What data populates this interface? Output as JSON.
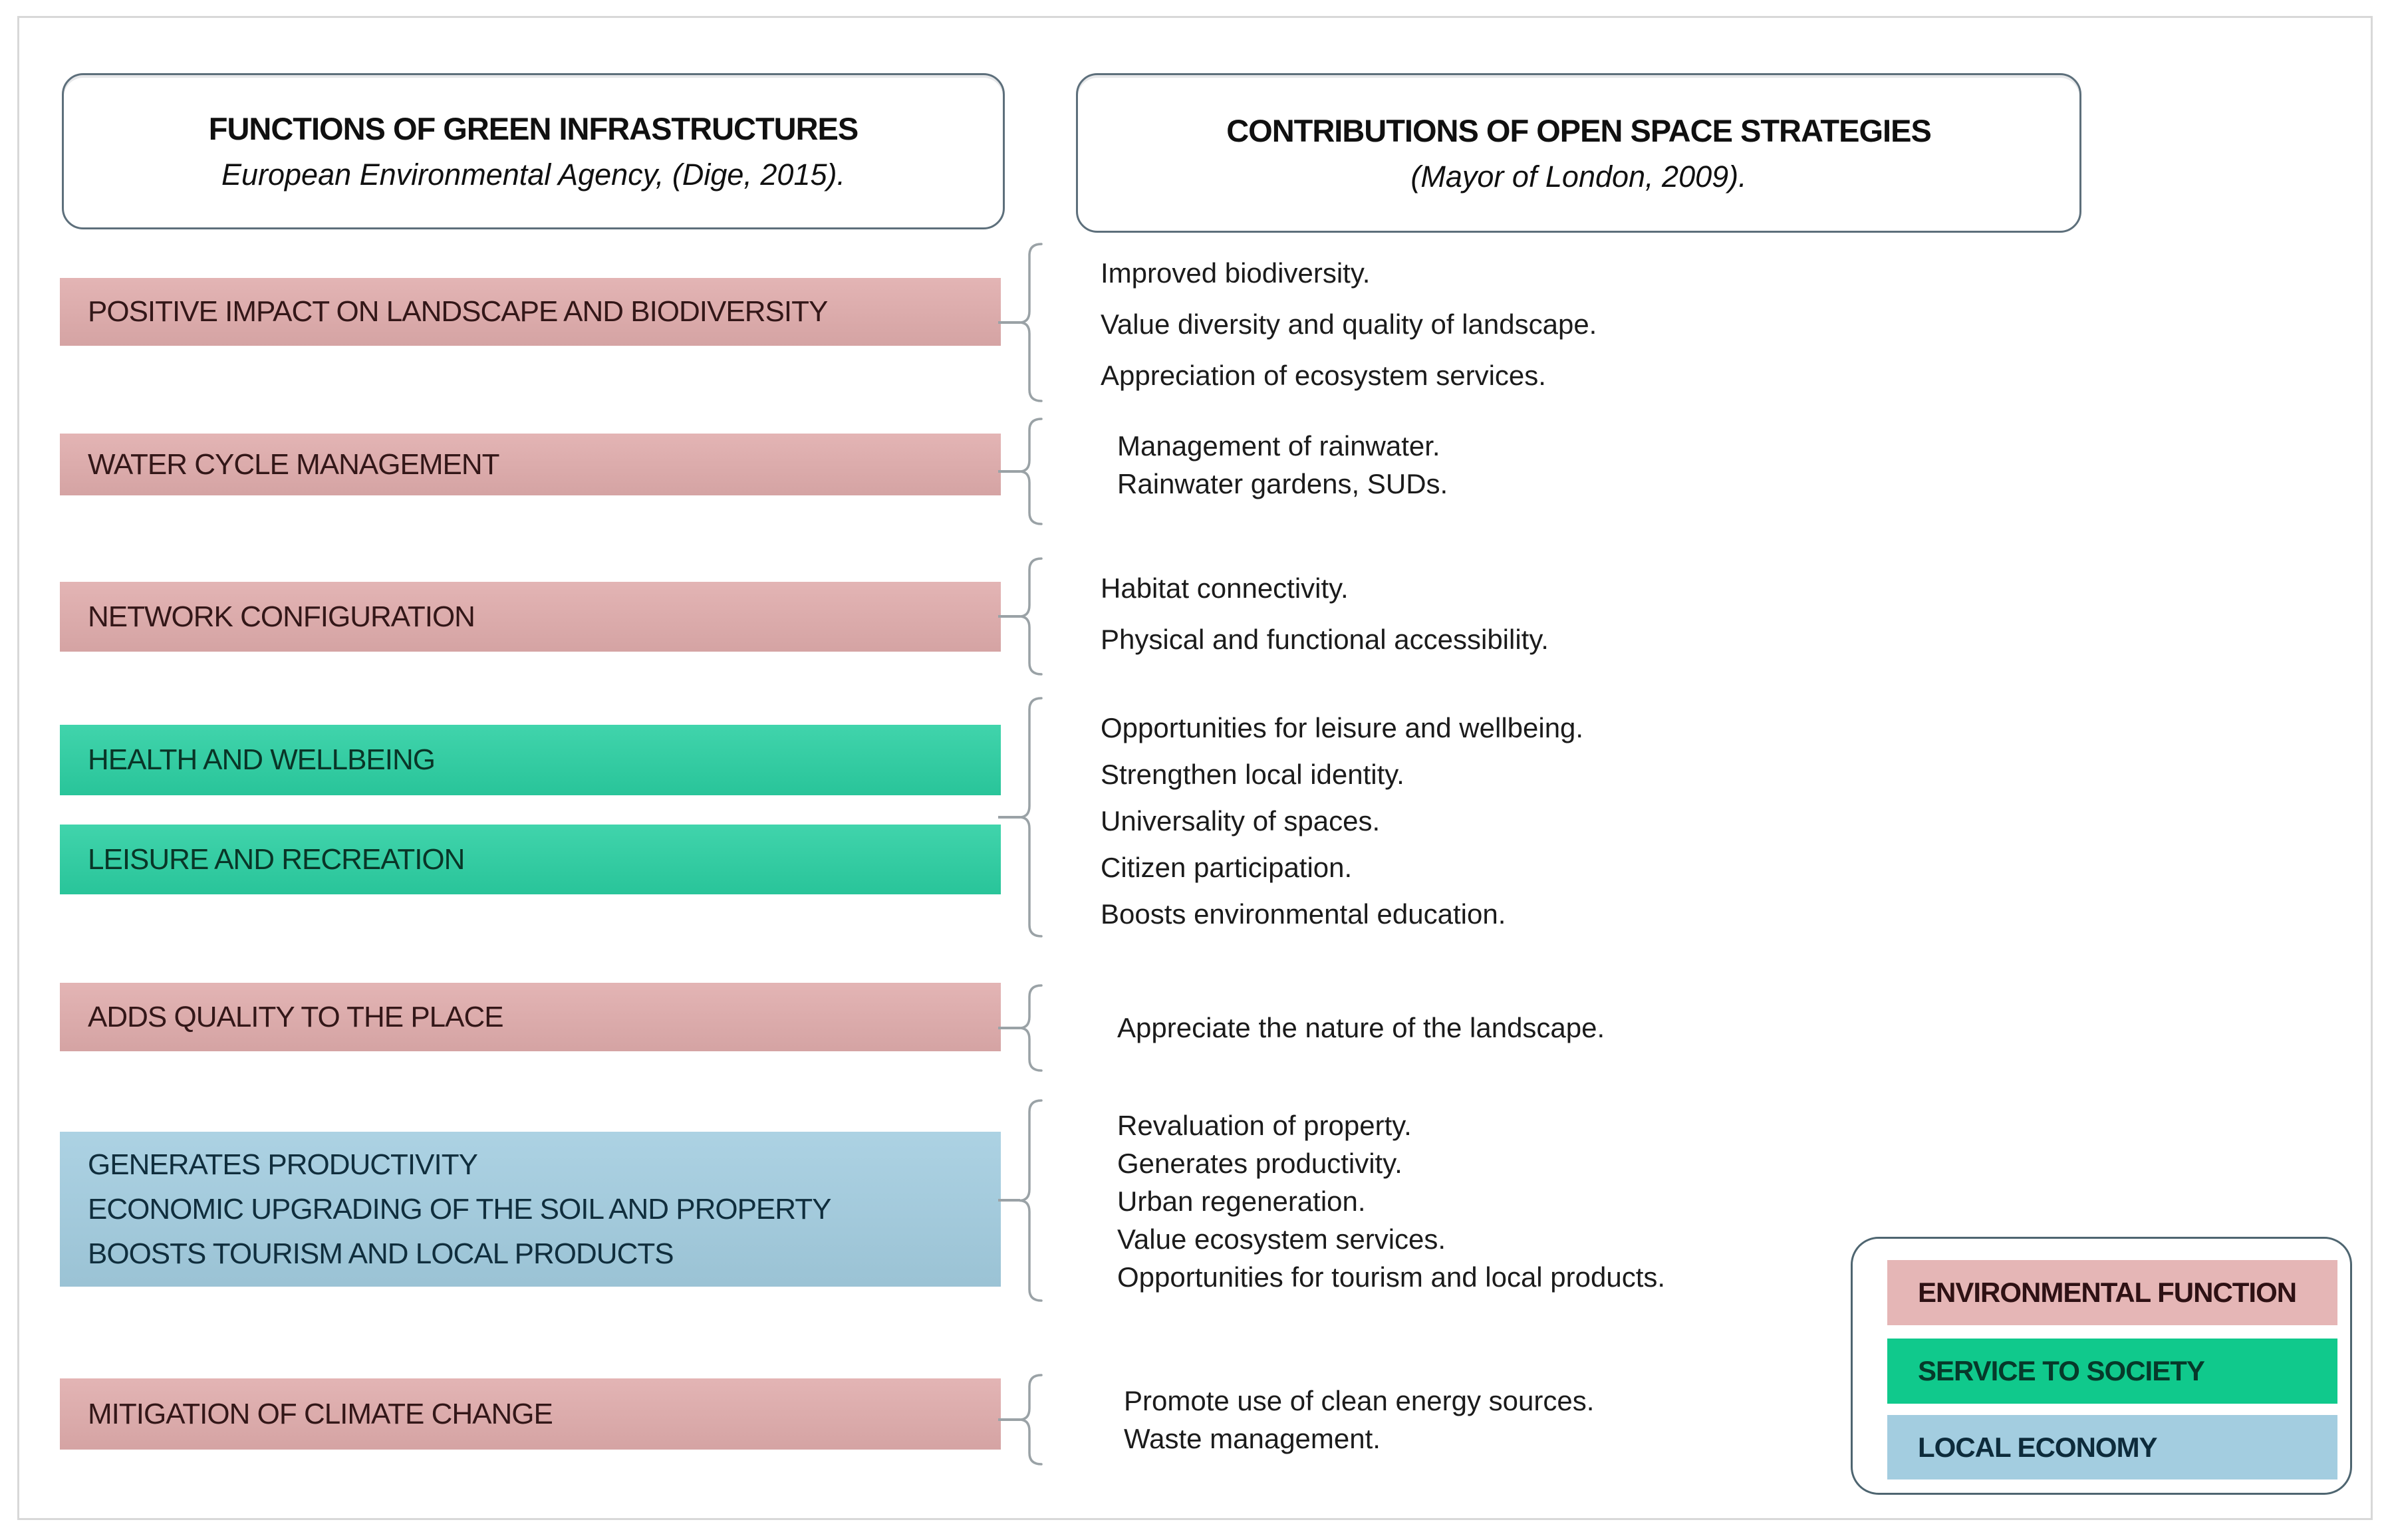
{
  "headers": {
    "left": {
      "title": "FUNCTIONS OF GREEN INFRASTRUCTURES",
      "subtitle": "European Environmental Agency, (Dige, 2015)."
    },
    "right": {
      "title": "CONTRIBUTIONS OF OPEN SPACE STRATEGIES",
      "subtitle": "(Mayor of London, 2009)."
    }
  },
  "rows": [
    {
      "category": "environmental-function",
      "boxes": [
        {
          "label": "POSITIVE IMPACT ON LANDSCAPE AND BIODIVERSITY"
        }
      ],
      "items": [
        "Improved biodiversity.",
        "Value diversity and quality of landscape.",
        "Appreciation of ecosystem services."
      ]
    },
    {
      "category": "environmental-function",
      "boxes": [
        {
          "label": "WATER CYCLE MANAGEMENT"
        }
      ],
      "items": [
        "Management of rainwater.",
        "Rainwater gardens, SUDs."
      ]
    },
    {
      "category": "environmental-function",
      "boxes": [
        {
          "label": "NETWORK CONFIGURATION"
        }
      ],
      "items": [
        "Habitat connectivity.",
        "Physical and functional accessibility."
      ]
    },
    {
      "category": "service-to-society",
      "boxes": [
        {
          "label": "HEALTH AND WELLBEING"
        },
        {
          "label": "LEISURE AND RECREATION"
        }
      ],
      "items": [
        "Opportunities for leisure and wellbeing.",
        "Strengthen local identity.",
        "Universality of spaces.",
        "Citizen participation.",
        "Boosts environmental education."
      ]
    },
    {
      "category": "environmental-function",
      "boxes": [
        {
          "label": "ADDS QUALITY TO THE PLACE"
        }
      ],
      "items": [
        "Appreciate the nature of the landscape."
      ]
    },
    {
      "category": "local-economy",
      "boxes": [
        {
          "lines": [
            "GENERATES PRODUCTIVITY",
            "ECONOMIC UPGRADING OF THE SOIL AND PROPERTY",
            "BOOSTS TOURISM AND LOCAL PRODUCTS"
          ]
        }
      ],
      "items": [
        "Revaluation of property.",
        "Generates productivity.",
        "Urban regeneration.",
        "Value ecosystem services.",
        "Opportunities for tourism and local products."
      ]
    },
    {
      "category": "environmental-function",
      "boxes": [
        {
          "label": "MITIGATION OF CLIMATE CHANGE"
        }
      ],
      "items": [
        "Promote use of clean energy sources.",
        "Waste management."
      ]
    }
  ],
  "legend": {
    "items": [
      {
        "label": "ENVIRONMENTAL FUNCTION",
        "color": "#E5B6B6"
      },
      {
        "label": "SERVICE TO SOCIETY",
        "color": "#10C98C"
      },
      {
        "label": "LOCAL ECONOMY",
        "color": "#A3CDE0"
      }
    ]
  },
  "colors": {
    "environmental_function": "#E0ACAC",
    "service_to_society": "#2BCFA2",
    "local_economy": "#A3CDE0",
    "brace": "#9AA2A6",
    "header_border": "#5D6F7B",
    "legend_border": "#4E6570"
  }
}
